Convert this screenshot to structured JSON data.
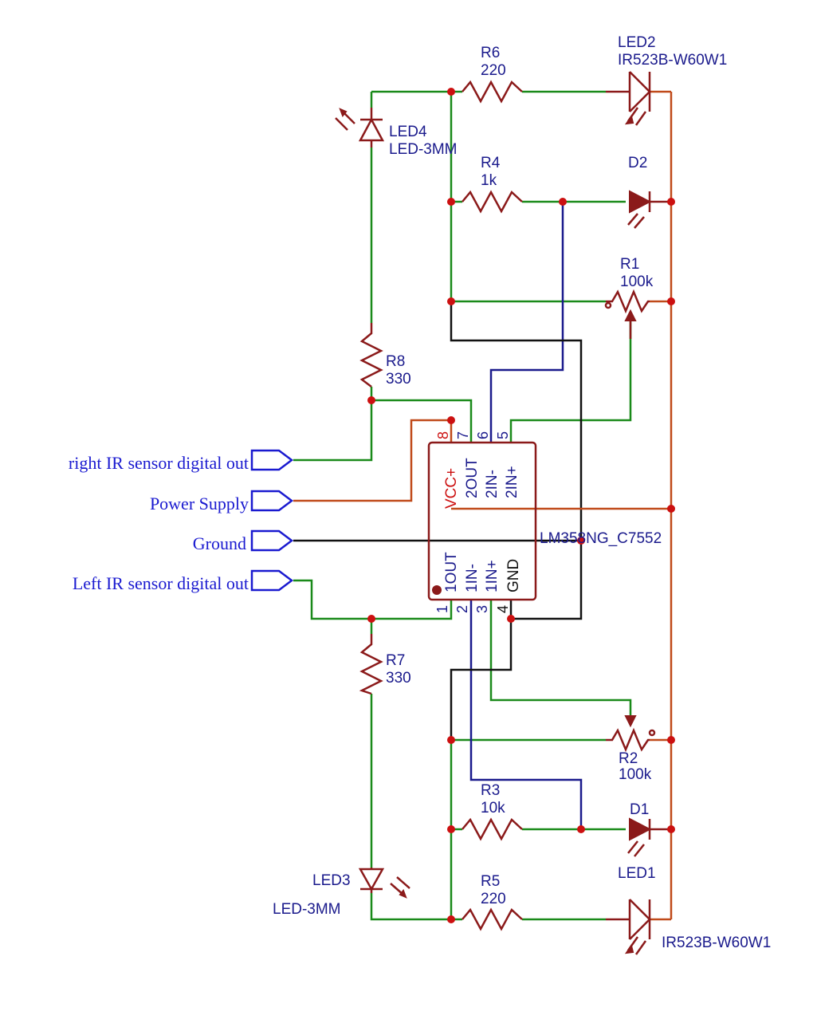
{
  "components": {
    "r6": {
      "name": "R6",
      "value": "220"
    },
    "led2": {
      "name": "LED2",
      "value": "IR523B-W60W1"
    },
    "led4": {
      "name": "LED4",
      "value": "LED-3MM"
    },
    "r4": {
      "name": "R4",
      "value": "1k"
    },
    "d2": {
      "name": "D2"
    },
    "r1": {
      "name": "R1",
      "value": "100k"
    },
    "r8": {
      "name": "R8",
      "value": "330"
    },
    "ic": {
      "value": "LM358NG_C7552"
    },
    "r7": {
      "name": "R7",
      "value": "330"
    },
    "r2": {
      "name": "R2",
      "value": "100k"
    },
    "r3": {
      "name": "R3",
      "value": "10k"
    },
    "d1": {
      "name": "D1",
      "value": "LED1"
    },
    "led3": {
      "name": "LED3",
      "value": "LED-3MM"
    },
    "r5": {
      "name": "R5",
      "value": "220"
    },
    "led1": {
      "value": "IR523B-W60W1"
    }
  },
  "ic_pins": {
    "p8": {
      "num": "8",
      "name": "VCC+"
    },
    "p7": {
      "num": "7",
      "name": "2OUT"
    },
    "p6": {
      "num": "6",
      "name": "2IN-"
    },
    "p5": {
      "num": "5",
      "name": "2IN+"
    },
    "p1": {
      "num": "1",
      "name": "1OUT"
    },
    "p2": {
      "num": "2",
      "name": "1IN-"
    },
    "p3": {
      "num": "3",
      "name": "1IN+"
    },
    "p4": {
      "num": "4",
      "name": "GND"
    }
  },
  "net_labels": {
    "right_ir": "right IR sensor digital out",
    "power": "Power Supply",
    "ground": "Ground",
    "left_ir": "Left IR sensor digital out"
  },
  "colors": {
    "wire_green": "#1a8a1a",
    "wire_blue": "#1a1a8c",
    "wire_black": "#111111",
    "wire_orange": "#c04a1a",
    "symbol": "#8b1a1a",
    "junction": "#cc1010",
    "net_label": "#1a1ad0"
  }
}
